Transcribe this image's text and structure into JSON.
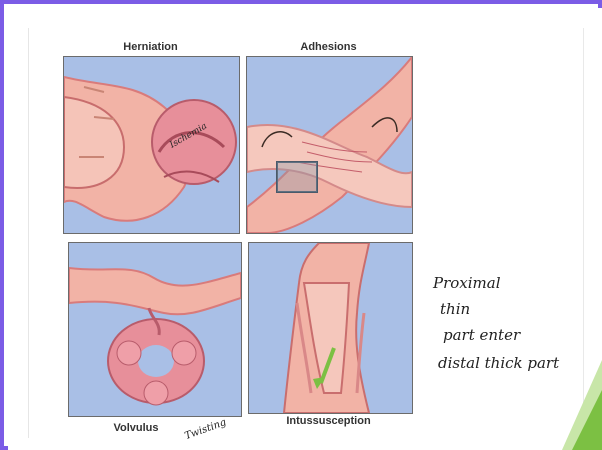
{
  "slide": {
    "panels": [
      {
        "id": "herniation",
        "caption": "Herniation",
        "scribble": "Ischemia"
      },
      {
        "id": "adhesions",
        "caption": "Adhesions"
      },
      {
        "id": "volvulus",
        "caption": "Volvulus",
        "scribble": "Twisting"
      },
      {
        "id": "intussusception",
        "caption": "Intussusception"
      }
    ],
    "handwriting": {
      "lines": [
        "Proximal",
        "thin",
        "part enter",
        "distal thick part"
      ]
    }
  },
  "colors": {
    "frame": "#7b5ce6",
    "panel_bg": "#a9bfe6",
    "intestine": "#f2b3a6",
    "intestine_dark": "#d97b7b",
    "accent_green": "#7cc043"
  }
}
